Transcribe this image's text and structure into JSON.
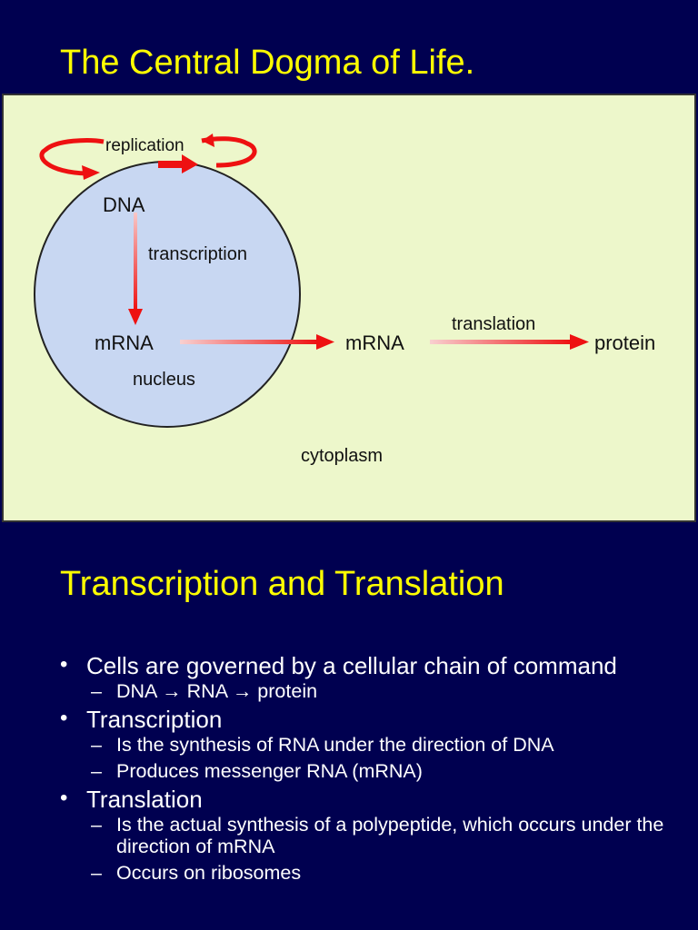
{
  "slide1": {
    "title": "The Central Dogma of Life."
  },
  "diagram": {
    "background_color": "#edf7cb",
    "nucleus_color": "#c8d7f2",
    "arrow_color": "#ee1111",
    "labels": {
      "replication": "replication",
      "dna": "DNA",
      "transcription": "transcription",
      "mrna_nucleus": "mRNA",
      "nucleus": "nucleus",
      "mrna_cytoplasm": "mRNA",
      "translation": "translation",
      "protein": "protein",
      "cytoplasm": "cytoplasm"
    }
  },
  "slide2": {
    "title": "Transcription and Translation",
    "bullet_marker": "•",
    "sub_marker": "–",
    "bullets": [
      {
        "text": "Cells are governed by a cellular chain of command",
        "subs": [
          "DNA → RNA → protein"
        ]
      },
      {
        "text": "Transcription",
        "subs": [
          "Is the synthesis of RNA under the direction of DNA",
          "Produces messenger RNA (mRNA)"
        ]
      },
      {
        "text": "Translation",
        "subs": [
          "Is the actual synthesis of a polypeptide, which occurs under the direction of mRNA",
          "Occurs on ribosomes"
        ]
      }
    ]
  }
}
